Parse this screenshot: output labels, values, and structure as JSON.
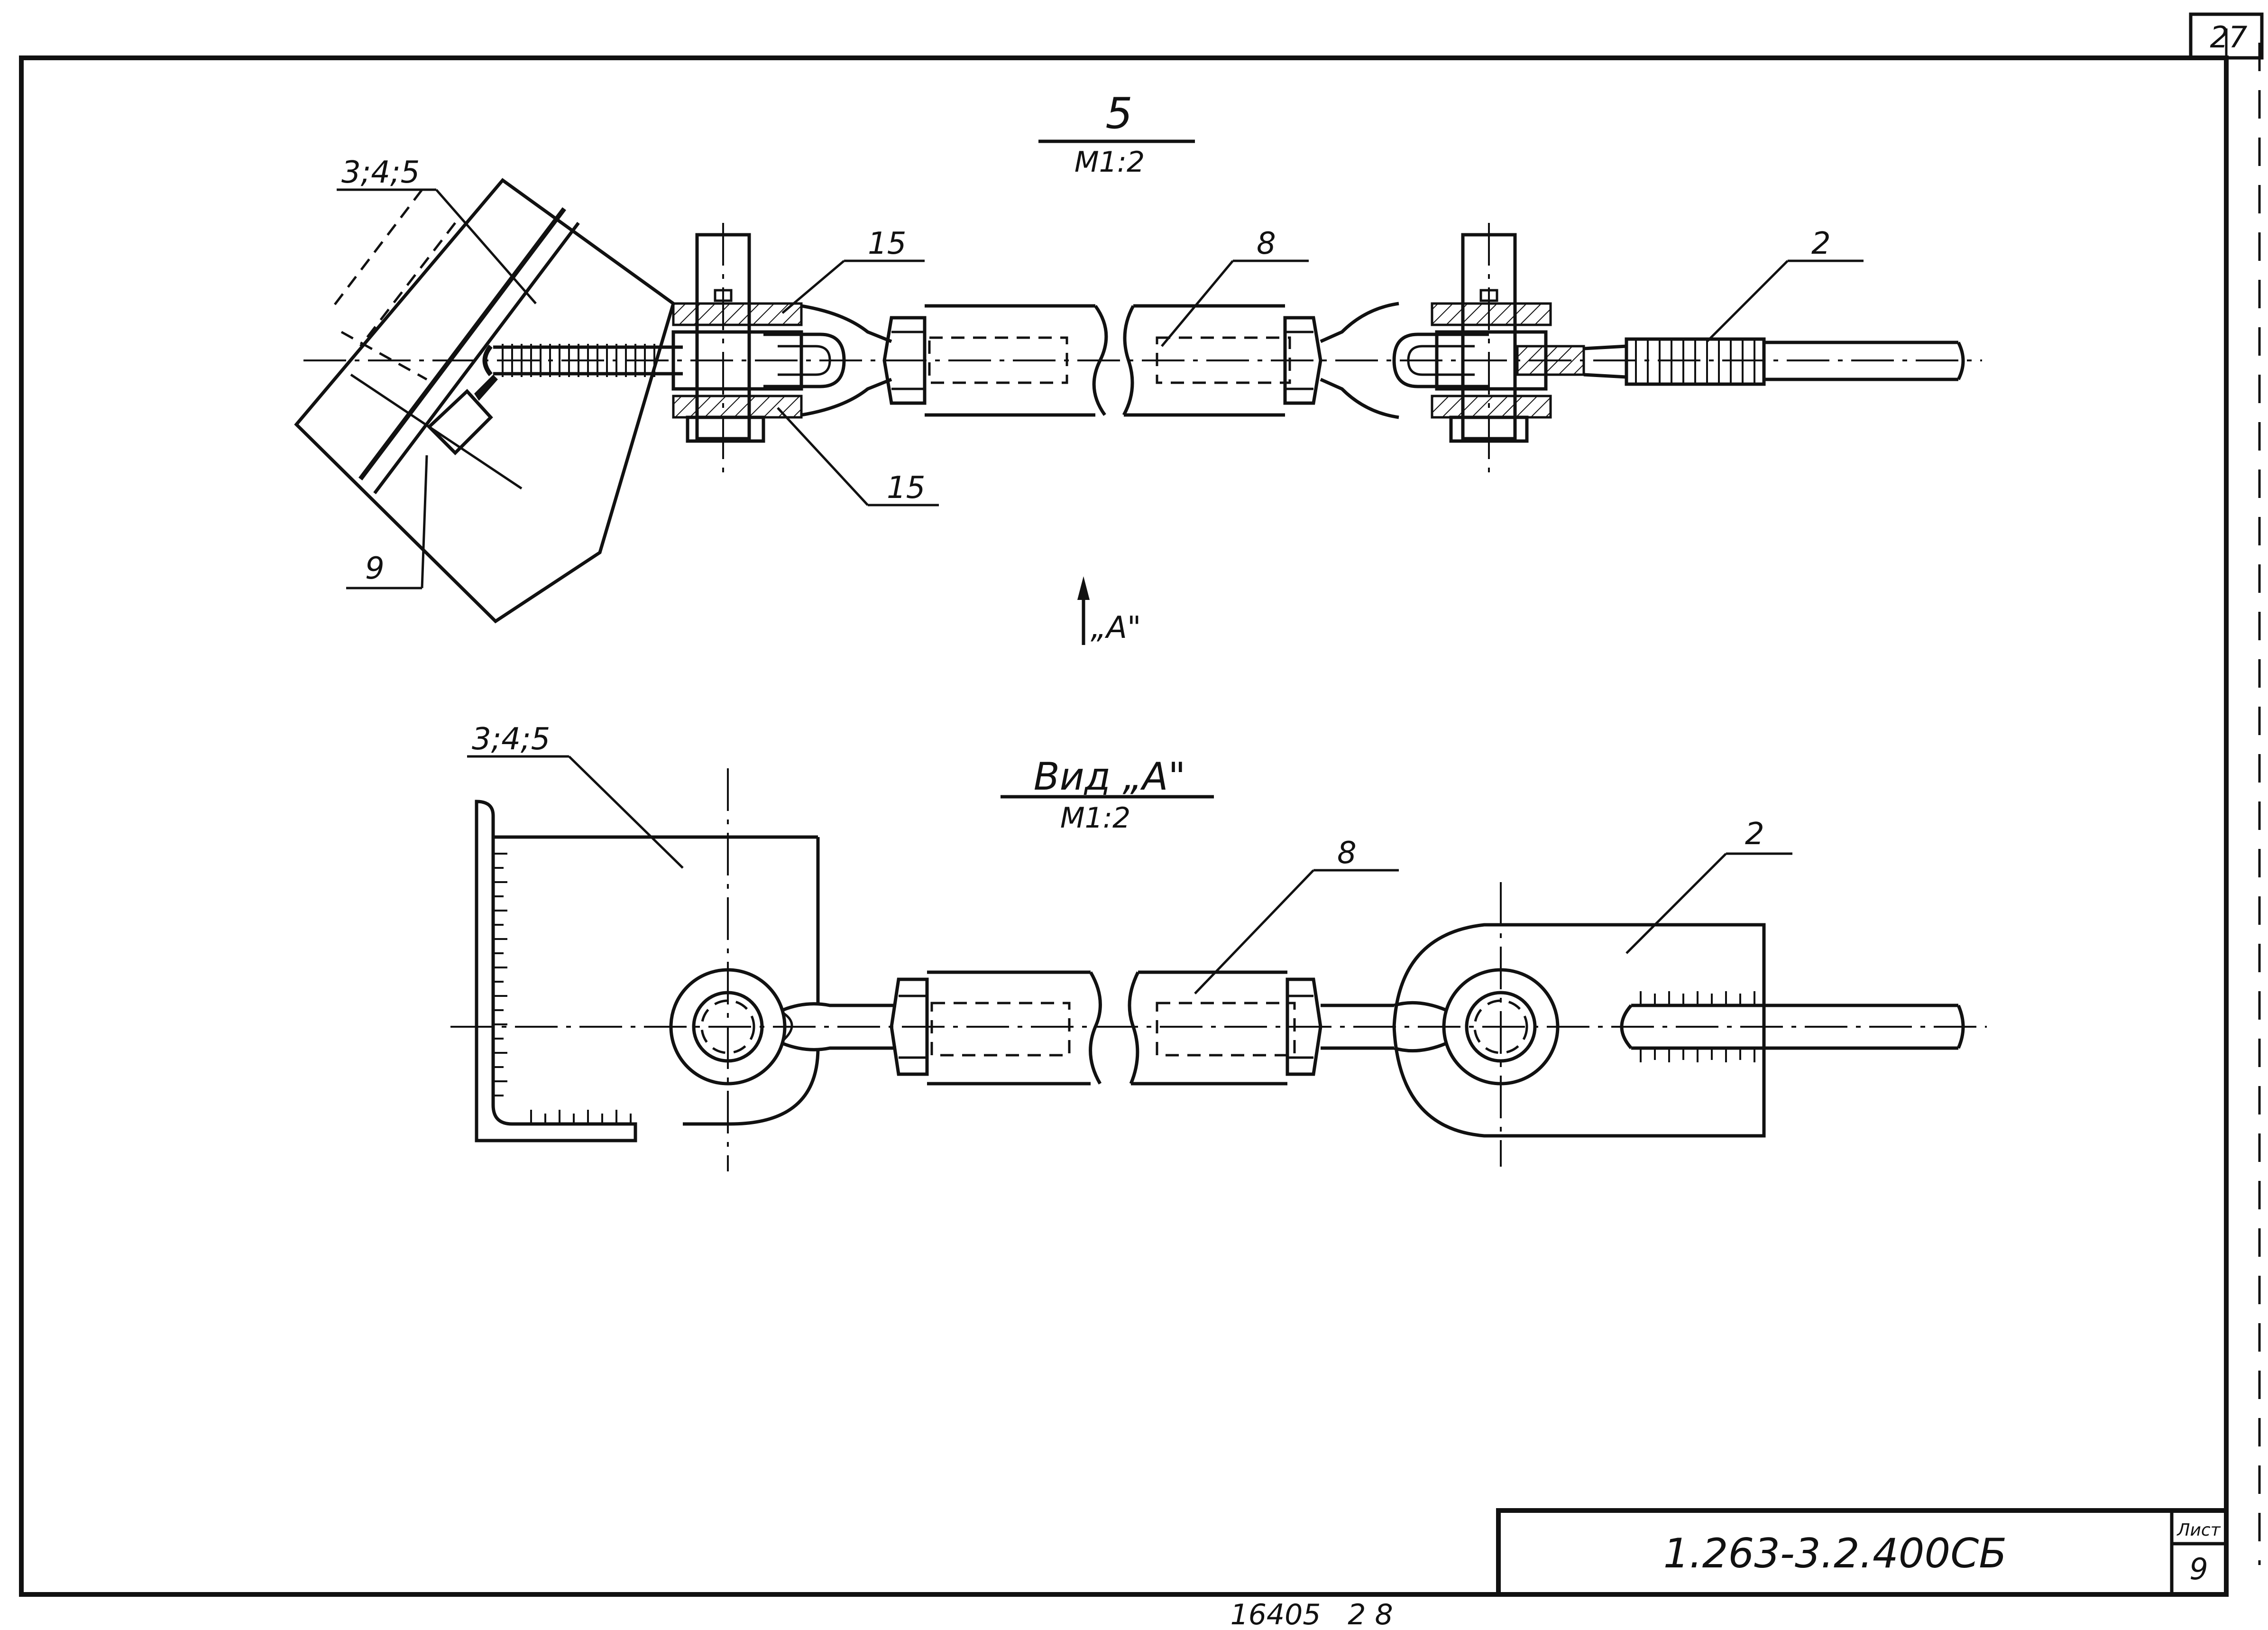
{
  "sheet_tab": {
    "number": "27"
  },
  "section_5": {
    "title": "5",
    "scale": "М1:2",
    "callouts": {
      "assembly": "3;4;5",
      "item_15_top": "15",
      "item_15_bottom": "15",
      "item_8": "8",
      "item_2": "2",
      "item_9": "9"
    },
    "view_arrow_label": "„A\""
  },
  "view_a": {
    "title": "Вид „A\"",
    "scale": "М1:2",
    "callouts": {
      "assembly": "3;4;5",
      "item_8": "8",
      "item_2": "2"
    }
  },
  "title_block": {
    "designation": "1.263-3.2.400СБ",
    "sheet_label": "Лист",
    "sheet_number": "9"
  },
  "footer": {
    "archive_number": "16405",
    "page_code": "2 8"
  }
}
